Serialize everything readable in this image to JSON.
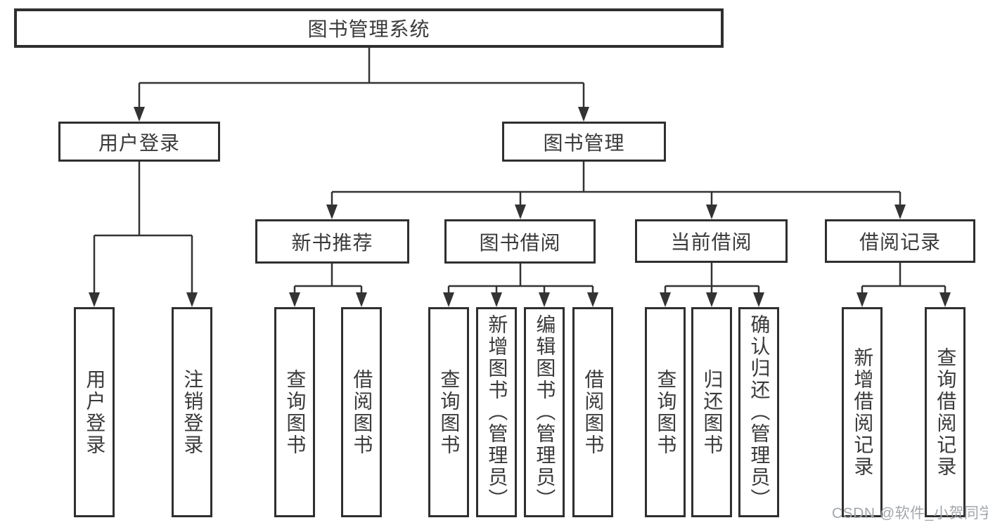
{
  "diagram_title": "图书管理系统",
  "tree": {
    "root": {
      "label": "图书管理系统"
    },
    "branches": [
      {
        "label": "用户登录",
        "children": [
          {
            "label": "用户登录"
          },
          {
            "label": "注销登录"
          }
        ]
      },
      {
        "label": "图书管理",
        "groups": [
          {
            "label": "新书推荐",
            "children": [
              {
                "label": "查询图书"
              },
              {
                "label": "借阅图书"
              }
            ]
          },
          {
            "label": "图书借阅",
            "children": [
              {
                "label": "查询图书"
              },
              {
                "label": "新增图书（管理员）"
              },
              {
                "label": "编辑图书（管理员）"
              },
              {
                "label": "借阅图书"
              }
            ]
          },
          {
            "label": "当前借阅",
            "children": [
              {
                "label": "查询图书"
              },
              {
                "label": "归还图书"
              },
              {
                "label": "确认归还（管理员）"
              }
            ]
          },
          {
            "label": "借阅记录",
            "children": [
              {
                "label": "新增借阅记录"
              },
              {
                "label": "查询借阅记录"
              }
            ]
          }
        ]
      }
    ]
  },
  "watermark": {
    "text": "CSDN @软件_小贺同学",
    "color": "#a3a7ab"
  },
  "colors": {
    "background": "#ffffff",
    "box_border": "#2f2f2f",
    "connector": "#333333",
    "text": "#3a3a3a"
  }
}
